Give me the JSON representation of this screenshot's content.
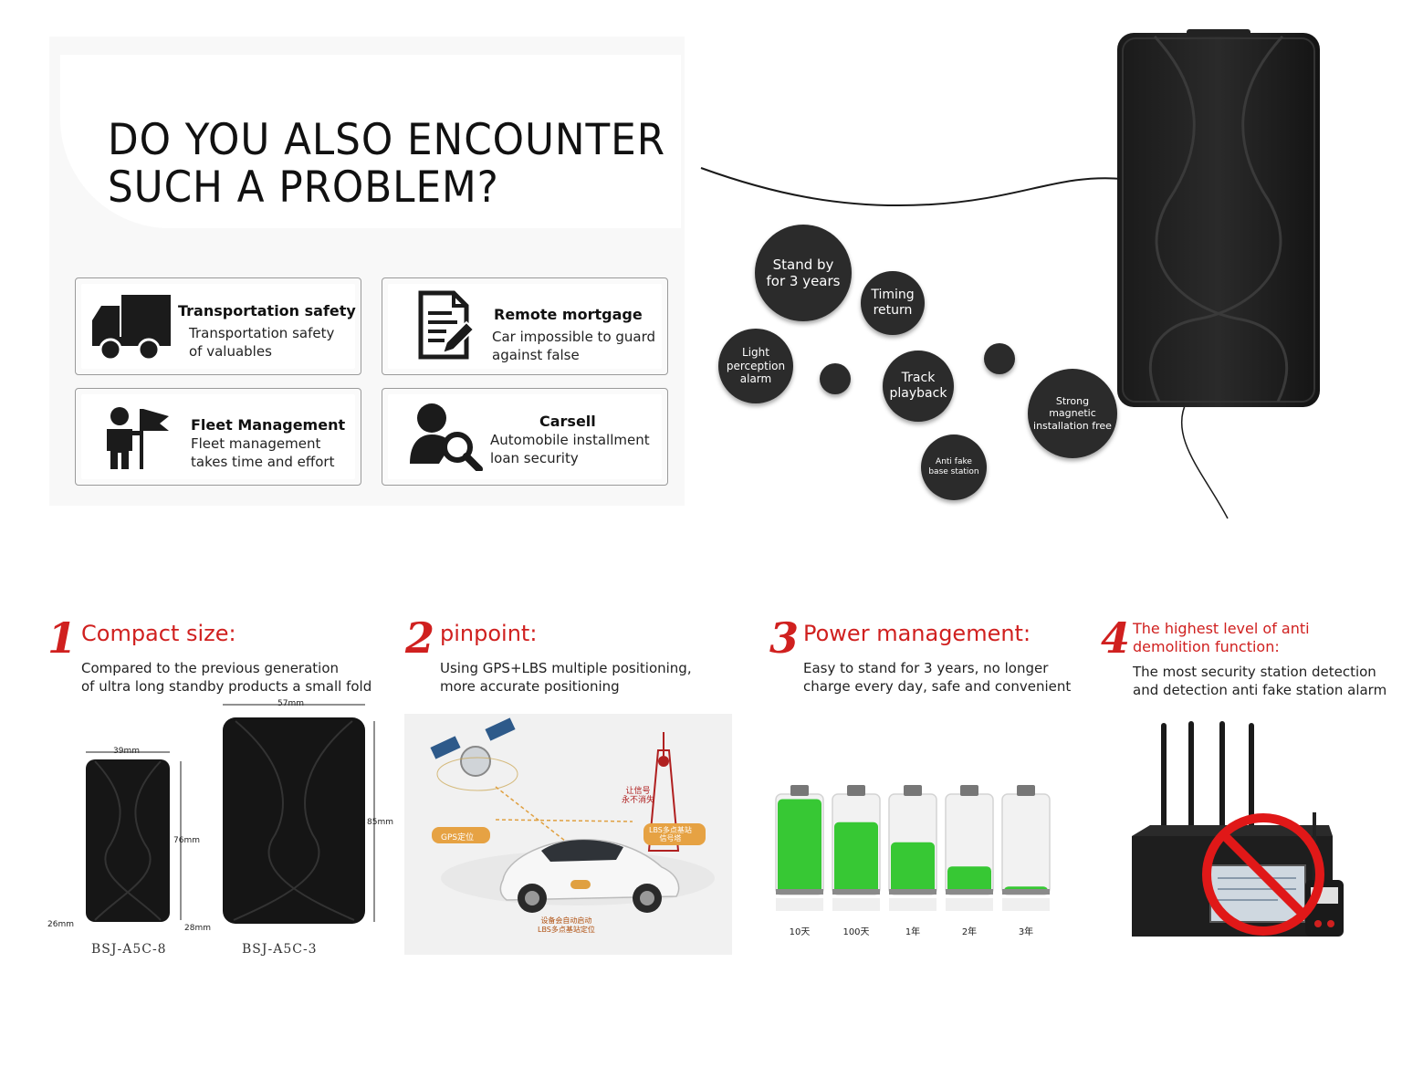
{
  "headline": {
    "line1": "DO YOU ALSO ENCOUNTER",
    "line2": "SUCH A PROBLEM?"
  },
  "cards": [
    {
      "title": "Transportation safety",
      "desc1": "Transportation safety",
      "desc2": "of valuables",
      "icon": "truck-icon"
    },
    {
      "title": "Remote mortgage",
      "desc1": "Car impossible to guard",
      "desc2": "against false",
      "icon": "document-pen-icon"
    },
    {
      "title": "Fleet Management",
      "desc1": "Fleet management",
      "desc2": "takes time and effort",
      "icon": "person-flag-icon"
    },
    {
      "title": "Carsell",
      "desc1": "Automobile installment",
      "desc2": "loan security",
      "icon": "user-search-icon"
    }
  ],
  "bubbles": [
    {
      "l1": "Stand by",
      "l2": "for 3 years",
      "l3": ""
    },
    {
      "l1": "Timing",
      "l2": "return",
      "l3": ""
    },
    {
      "l1": "Light",
      "l2": "perception",
      "l3": "alarm"
    },
    {
      "l1": "Track",
      "l2": "playback",
      "l3": ""
    },
    {
      "l1": "Strong",
      "l2": "magnetic",
      "l3": "installation free"
    },
    {
      "l1": "Anti fake",
      "l2": "base station",
      "l3": ""
    }
  ],
  "features": [
    {
      "num": "1",
      "title": "Compact size:",
      "desc1": "Compared to the previous generation",
      "desc2": "of ultra long standby products a small fold"
    },
    {
      "num": "2",
      "title": "pinpoint:",
      "desc1": "Using GPS+LBS multiple positioning,",
      "desc2": "more accurate positioning"
    },
    {
      "num": "3",
      "title": "Power management:",
      "desc1": "Easy to stand for 3 years, no longer",
      "desc2": "charge every day, safe and convenient"
    },
    {
      "num": "4",
      "title1": "The highest level of anti",
      "title2": "demolition function:",
      "desc1": "The most security station detection",
      "desc2": "and detection anti fake station alarm"
    }
  ],
  "dimensions": {
    "small": {
      "width": "39mm",
      "height": "76mm",
      "depth": "26mm",
      "model": "BSJ-A5C-8"
    },
    "large": {
      "width": "57mm",
      "height": "85mm",
      "depth": "28mm",
      "model": "BSJ-A5C-3"
    }
  },
  "positioning": {
    "signal_label": "让信号\n永不消失",
    "gps_tag": "GPS定位",
    "lbs_tag": "LBS多点基站\n信号塔",
    "caption": "设备会自动启动\nLBS多点基站定位"
  },
  "batteries": [
    {
      "label": "10天",
      "level": 0.95
    },
    {
      "label": "100天",
      "level": 0.72
    },
    {
      "label": "1年",
      "level": 0.52
    },
    {
      "label": "2年",
      "level": 0.28
    },
    {
      "label": "3年",
      "level": 0.08
    }
  ],
  "colors": {
    "accent_red": "#d0201f",
    "battery_green": "#22c31f",
    "bubble_dark": "#2b2b2b"
  }
}
